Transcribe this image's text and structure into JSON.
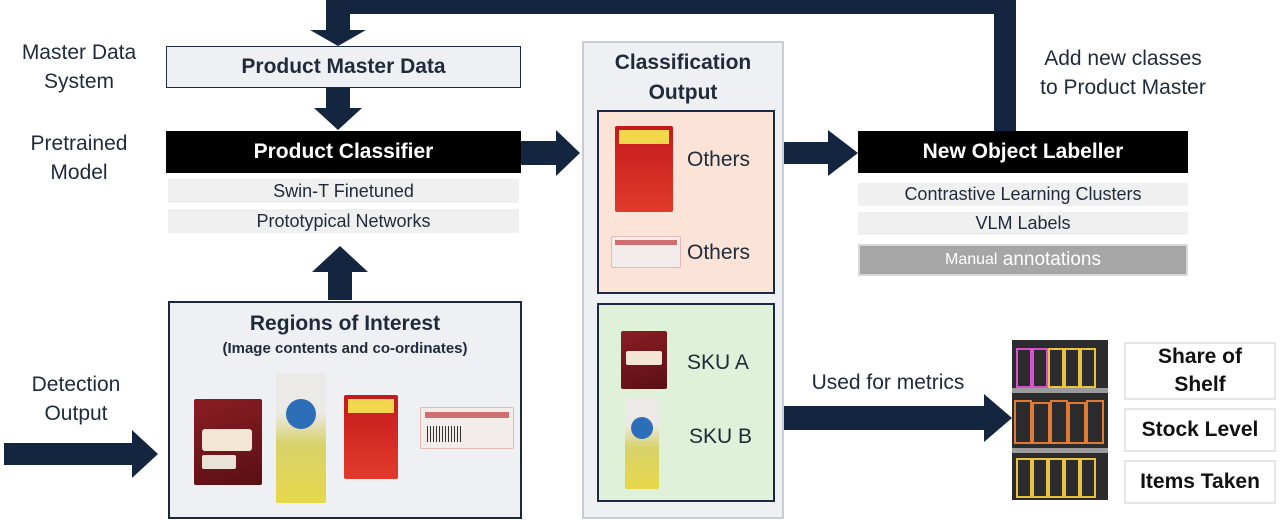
{
  "side_labels": {
    "master_data": "Master Data\nSystem",
    "pretrained": "Pretrained\nModel",
    "detection": "Detection\nOutput"
  },
  "product_master": {
    "title": "Product Master Data"
  },
  "classifier": {
    "title": "Product Classifier",
    "methods": [
      "Swin-T Finetuned",
      "Prototypical Networks"
    ]
  },
  "roi": {
    "title": "Regions of Interest",
    "subtitle": "(Image contents and co-ordinates)"
  },
  "classification_output": {
    "title": "Classification\nOutput",
    "others_label_1": "Others",
    "others_label_2": "Others",
    "sku_a": "SKU A",
    "sku_b": "SKU B"
  },
  "labeller": {
    "title": "New Object Labeller",
    "methods": [
      "Contrastive Learning Clusters",
      "VLM Labels"
    ],
    "manual_prefix": "Manual",
    "manual_suffix": " annotations"
  },
  "feedback_label": "Add new classes\nto Product Master",
  "metrics_label": "Used for metrics",
  "metrics": [
    "Share of\nShelf",
    "Stock Level",
    "Items Taken"
  ],
  "colors": {
    "arrow": "#14263f",
    "others_bg": "#fbe3d8",
    "sku_bg": "#dff1d8",
    "panel_bg": "#eef0f3",
    "manual_bg": "#a6a6a6"
  }
}
